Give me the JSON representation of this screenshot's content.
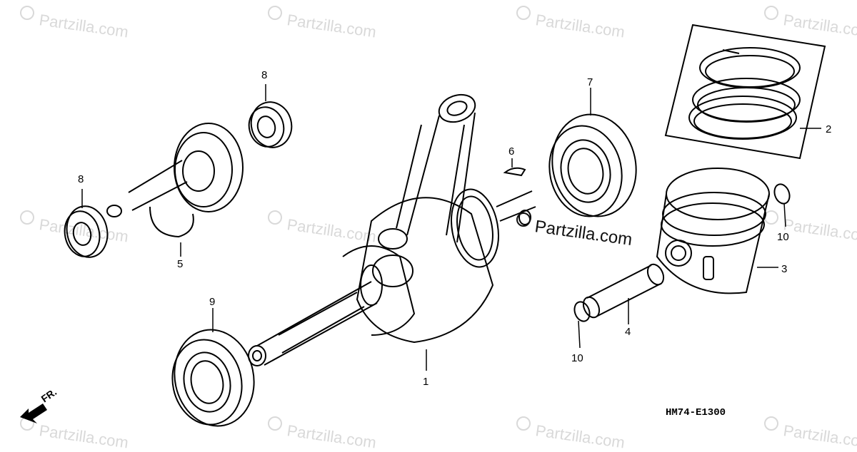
{
  "watermark": {
    "text": "Partzilla.com",
    "copyright_symbol": "©",
    "center_text": "Partzilla.com"
  },
  "diagram_code": "HM74-E1300",
  "front_indicator": "FR.",
  "callouts": {
    "c1": "1",
    "c2": "2",
    "c3": "3",
    "c4": "4",
    "c5": "5",
    "c6": "6",
    "c7": "7",
    "c8a": "8",
    "c8b": "8",
    "c9": "9",
    "c10a": "10",
    "c10b": "10"
  },
  "colors": {
    "line": "#000000",
    "watermark": "#d9d9d9",
    "background": "#ffffff"
  }
}
